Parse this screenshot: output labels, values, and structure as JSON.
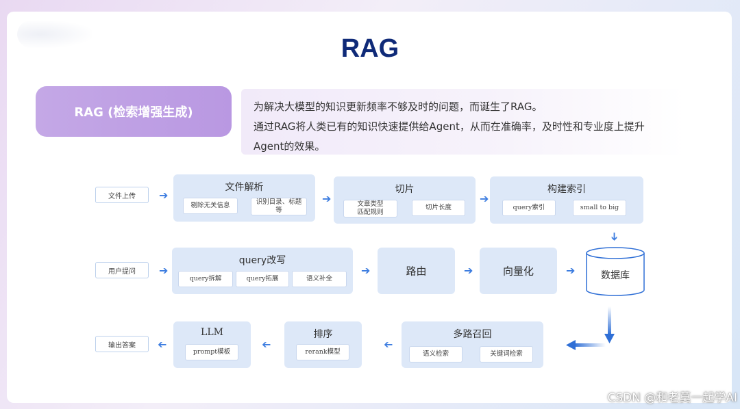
{
  "title": "RAG",
  "rag_label": "RAG (检索增强生成)",
  "description": [
    "为解决大模型的知识更新频率不够及时的问题，而诞生了RAG。",
    "通过RAG将人类已有的知识快速提供给Agent，从而在准确率，及时性和专业度上提升",
    "Agent的效果。"
  ],
  "row1": {
    "input": "文件上传",
    "parse": {
      "title": "文件解析",
      "items": [
        "剔除无关信息",
        "识别目录、标题\n等"
      ]
    },
    "chunk": {
      "title": "切片",
      "items": [
        "文章类型\n匹配规则",
        "切片长度"
      ]
    },
    "index": {
      "title": "构建索引",
      "items": [
        "query索引",
        "small to big"
      ]
    }
  },
  "row2": {
    "input": "用户提问",
    "rewrite": {
      "title": "query改写",
      "items": [
        "query拆解",
        "query拓展",
        "语义补全"
      ]
    },
    "route": "路由",
    "vector": "向量化",
    "db": "数据库"
  },
  "row3": {
    "output": "输出答案",
    "llm": {
      "title": "LLM",
      "items": [
        "prompt模板"
      ]
    },
    "rank": {
      "title": "排序",
      "items": [
        "rerank模型"
      ]
    },
    "recall": {
      "title": "多路召回",
      "items": [
        "语义检索",
        "关键词检索"
      ]
    }
  },
  "watermark": "CSDN @和老莫一起学AI",
  "colors": {
    "title": "#0f2a78",
    "accent": "#3d7de0",
    "box": "#dde8f8",
    "pill": "#c4a8e6"
  }
}
